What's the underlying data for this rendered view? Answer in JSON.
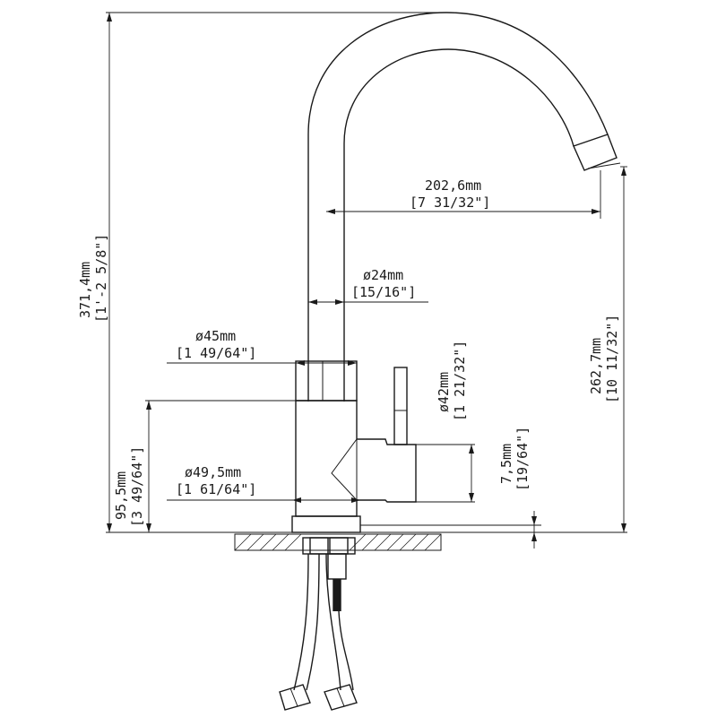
{
  "dimensions": {
    "total_height": {
      "metric": "371,4mm",
      "imperial": "[1'-2 5/8\"]"
    },
    "spout_reach": {
      "metric": "202,6mm",
      "imperial": "[7 31/32\"]"
    },
    "spout_height": {
      "metric": "262,7mm",
      "imperial": "[10 11/32\"]"
    },
    "spout_diameter": {
      "metric": "ø24mm",
      "imperial": "[15/16\"]"
    },
    "body_top_diameter": {
      "metric": "ø45mm",
      "imperial": "[1 49/64\"]"
    },
    "body_base_diameter": {
      "metric": "ø49,5mm",
      "imperial": "[1 61/64\"]"
    },
    "body_height": {
      "metric": "95,5mm",
      "imperial": "[3 49/64\"]"
    },
    "handle_diameter": {
      "metric": "ø42mm",
      "imperial": "[1 21/32\"]"
    },
    "base_height": {
      "metric": "7,5mm",
      "imperial": "[19/64\"]"
    }
  }
}
